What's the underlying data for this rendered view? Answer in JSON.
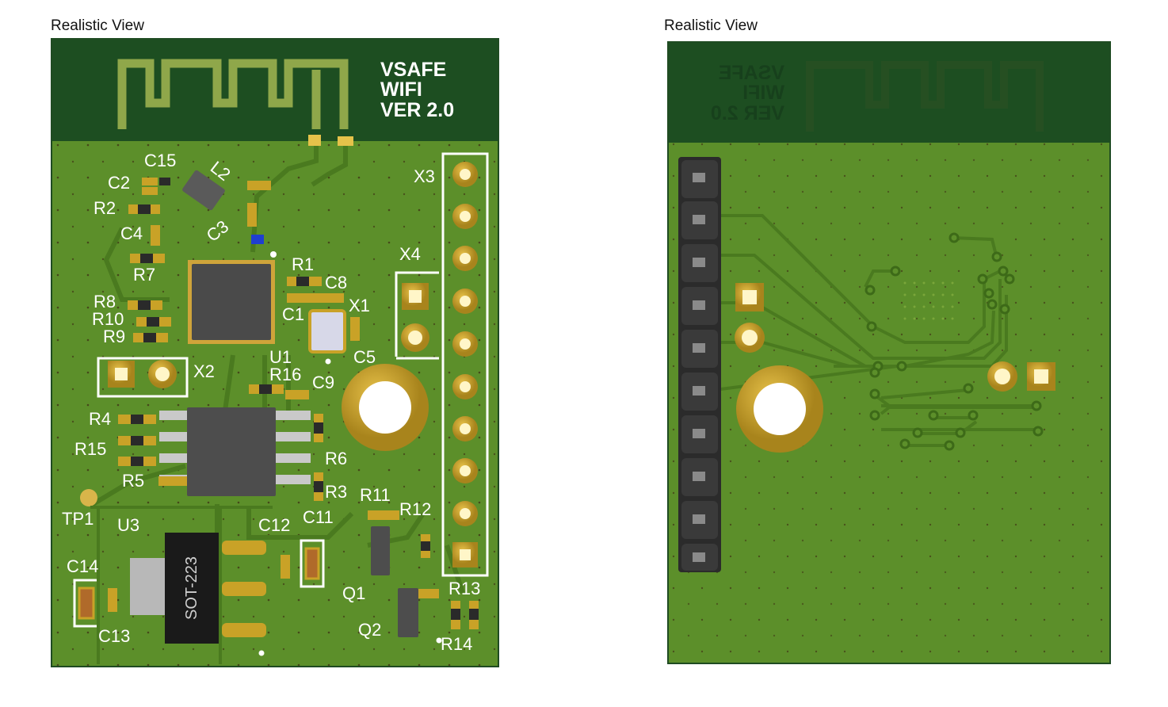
{
  "views": {
    "left_label": "Realistic View",
    "right_label": "Realistic View"
  },
  "board": {
    "brand_lines": [
      "VSAFE",
      "WIFI",
      "VER 2.0"
    ],
    "package_label": "SOT-223",
    "designators": {
      "C15": "C15",
      "C2": "C2",
      "L2": "L2",
      "R2": "R2",
      "C4": "C4",
      "C3": "C3",
      "R7": "R7",
      "R1": "R1",
      "C8": "C8",
      "R8": "R8",
      "C1": "C1",
      "X1": "X1",
      "R10": "R10",
      "R9": "R9",
      "U1": "U1",
      "C5": "C5",
      "X2": "X2",
      "R16": "R16",
      "C9": "C9",
      "R4": "R4",
      "R15": "R15",
      "R6": "R6",
      "R5": "R5",
      "R3": "R3",
      "R11": "R11",
      "R12": "R12",
      "TP1": "TP1",
      "U3": "U3",
      "C12": "C12",
      "C11": "C11",
      "C14": "C14",
      "Q1": "Q1",
      "R13": "R13",
      "Q2": "Q2",
      "C13": "C13",
      "R14": "R14",
      "X3": "X3",
      "X4": "X4"
    }
  },
  "colors": {
    "antenna_zone": "#1d4e21",
    "board": "#5c8f2a",
    "trace": "#4a7a1f",
    "antenna_trace": "#8fa74a",
    "gold": "#c9a227",
    "chip": "#4a4a4a",
    "silkscreen": "#ffffff"
  }
}
